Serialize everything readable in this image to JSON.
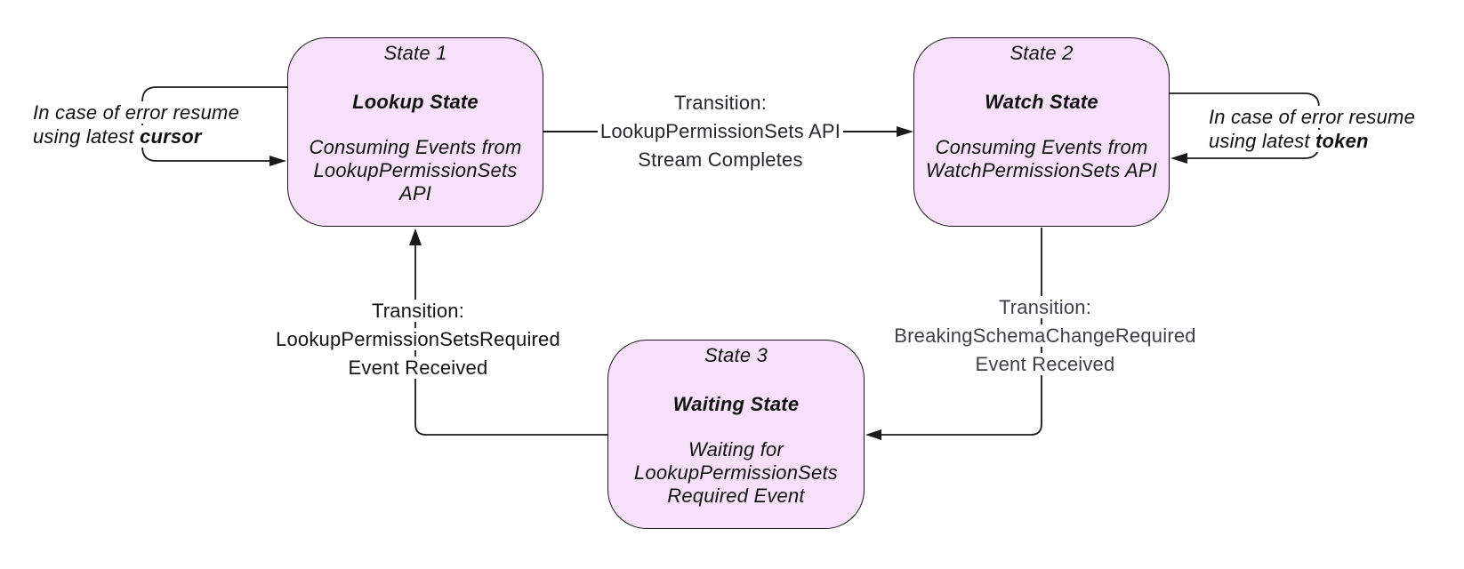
{
  "diagram": {
    "background": "#ffffff",
    "node_fill": "#f7e0fa",
    "node_border": "#161616",
    "connector_color": "#1a1a1a",
    "transition_label_gray": "#3f3f47"
  },
  "states": [
    {
      "label": "State 1",
      "name": "Lookup State",
      "description": "Consuming Events from LookupPermissionSets API"
    },
    {
      "label": "State 2",
      "name": "Watch State",
      "description": "Consuming Events from WatchPermissionSets API"
    },
    {
      "label": "State 3",
      "name": "Waiting State",
      "description": "Waiting for LookupPermissionSets Required Event"
    }
  ],
  "transitions": [
    {
      "from": "State 1",
      "to": "State 2",
      "lines": [
        "Transition:",
        "LookupPermissionSets API",
        "Stream Completes"
      ]
    },
    {
      "from": "State 2",
      "to": "State 3",
      "lines": [
        "Transition:",
        "BreakingSchemaChangeRequired",
        "Event Received"
      ]
    },
    {
      "from": "State 3",
      "to": "State 1",
      "lines": [
        "Transition:",
        "LookupPermissionSetsRequired",
        "Event Received"
      ]
    }
  ],
  "notes": [
    {
      "attached_to": "State 1",
      "line1": "In case of error resume",
      "line2_prefix": "using latest ",
      "emphasis": "cursor"
    },
    {
      "attached_to": "State 2",
      "line1": "In case of error resume",
      "line2_prefix": "using latest ",
      "emphasis": "token"
    }
  ]
}
